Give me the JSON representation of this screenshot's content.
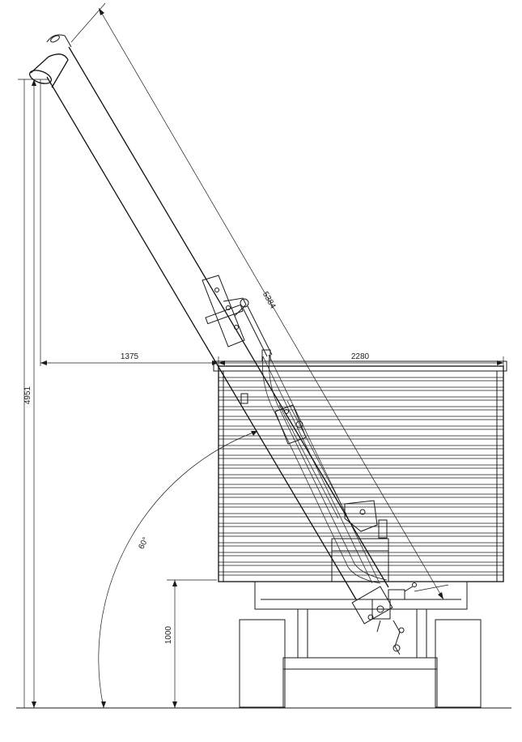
{
  "dimensions": {
    "total_height": "4951",
    "overhang": "1375",
    "tank_width": "2280",
    "auger_length": "5384",
    "hitch_height": "1000",
    "angle": "60°"
  },
  "colors": {
    "line": "#1a1a1a",
    "background": "#ffffff"
  }
}
